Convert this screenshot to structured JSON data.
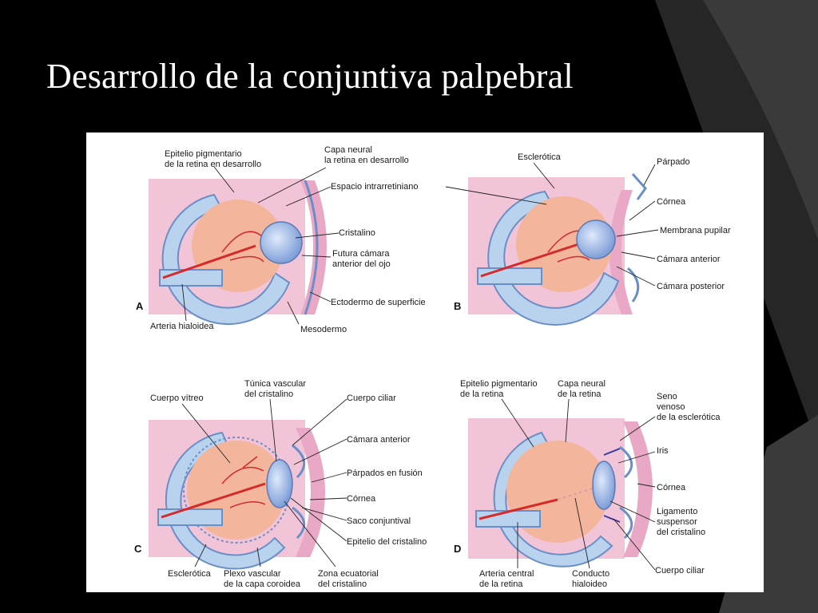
{
  "slide": {
    "title": "Desarrollo de la conjuntiva palpebral"
  },
  "colors": {
    "background": "#000000",
    "decor_gray_dark": "#262626",
    "decor_gray_light": "#3a3a3a",
    "tissue_pink": "#f2c4d8",
    "mesoderm_pink": "#e9a9c6",
    "retina_blue": "#b9d3ee",
    "retina_outline": "#6a8fc8",
    "vitreous_salmon": "#f3b59b",
    "lens_blue": "#9db8e8",
    "artery_red": "#d42a2a"
  },
  "figure": {
    "panels": [
      {
        "letter": "A",
        "labels": [
          "Epitelio pigmentario",
          "de la retina en desarrollo",
          "Capa neural",
          "la retina en desarrollo",
          "Espacio intrarretiniano",
          "Cristalino",
          "Futura cámara",
          "anterior del ojo",
          "Ectodermo de superficie",
          "Arteria hialoidea",
          "Mesodermo"
        ]
      },
      {
        "letter": "B",
        "labels": [
          "Esclerótica",
          "Párpado",
          "Córnea",
          "Membrana pupilar",
          "Cámara anterior",
          "Cámara posterior"
        ]
      },
      {
        "letter": "C",
        "labels": [
          "Cuerpo vítreo",
          "Túnica vascular",
          "del cristalino",
          "Cuerpo ciliar",
          "Cámara anterior",
          "Párpados en fusión",
          "Córnea",
          "Saco conjuntival",
          "Epitelio del cristalino",
          "Esclerótica",
          "Plexo vascular",
          "de la capa coroidea",
          "Zona ecuatorial",
          "del cristalino"
        ]
      },
      {
        "letter": "D",
        "labels": [
          "Epitelio pigmentario",
          "de la retina",
          "Capa neural",
          "de la retina",
          "Seno",
          "venoso",
          "de la esclerótica",
          "Iris",
          "Córnea",
          "Ligamento",
          "suspensor",
          "del cristalino",
          "Arteria central",
          "de la retina",
          "Conducto",
          "hialoideo",
          "Cuerpo ciliar"
        ]
      }
    ]
  }
}
